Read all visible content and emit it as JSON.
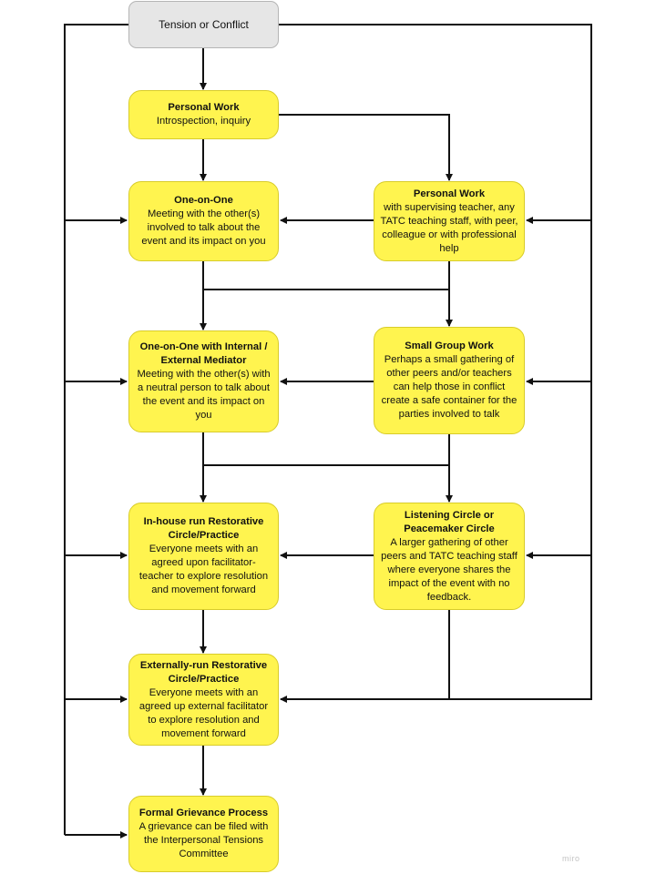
{
  "nodes": {
    "start": {
      "label": "Tension or Conflict"
    },
    "personal_work": {
      "title": "Personal Work",
      "body": "Introspection, inquiry"
    },
    "one_on_one": {
      "title": "One-on-One",
      "body": "Meeting with the other(s) involved to talk about the event and its impact on you"
    },
    "personal_work_support": {
      "title": "Personal Work",
      "body": "with supervising teacher, any TATC teaching staff, with peer, colleague or with professional help"
    },
    "mediator": {
      "title": "One-on-One with Internal / External Mediator",
      "body": "Meeting with the other(s) with a neutral person to talk about the event and its impact on you"
    },
    "small_group": {
      "title": "Small Group Work",
      "body": "Perhaps a small gathering of other peers and/or teachers can help those in conflict create a safe container for the parties involved to talk"
    },
    "inhouse_circle": {
      "title": "In-house run Restorative Circle/Practice",
      "body": "Everyone meets with an agreed upon facilitator-teacher to explore resolution and movement forward"
    },
    "listening_circle": {
      "title": "Listening Circle or Peacemaker Circle",
      "body": "A larger gathering of other peers and TATC teaching staff where everyone shares the impact of the event with no feedback."
    },
    "external_circle": {
      "title": "Externally-run Restorative Circle/Practice",
      "body": "Everyone meets with an agreed up external facilitator to explore resolution and movement forward"
    },
    "grievance": {
      "title": "Formal Grievance Process",
      "body": "A grievance can be filed with the Interpersonal Tensions Committee"
    }
  },
  "watermark": "miro"
}
